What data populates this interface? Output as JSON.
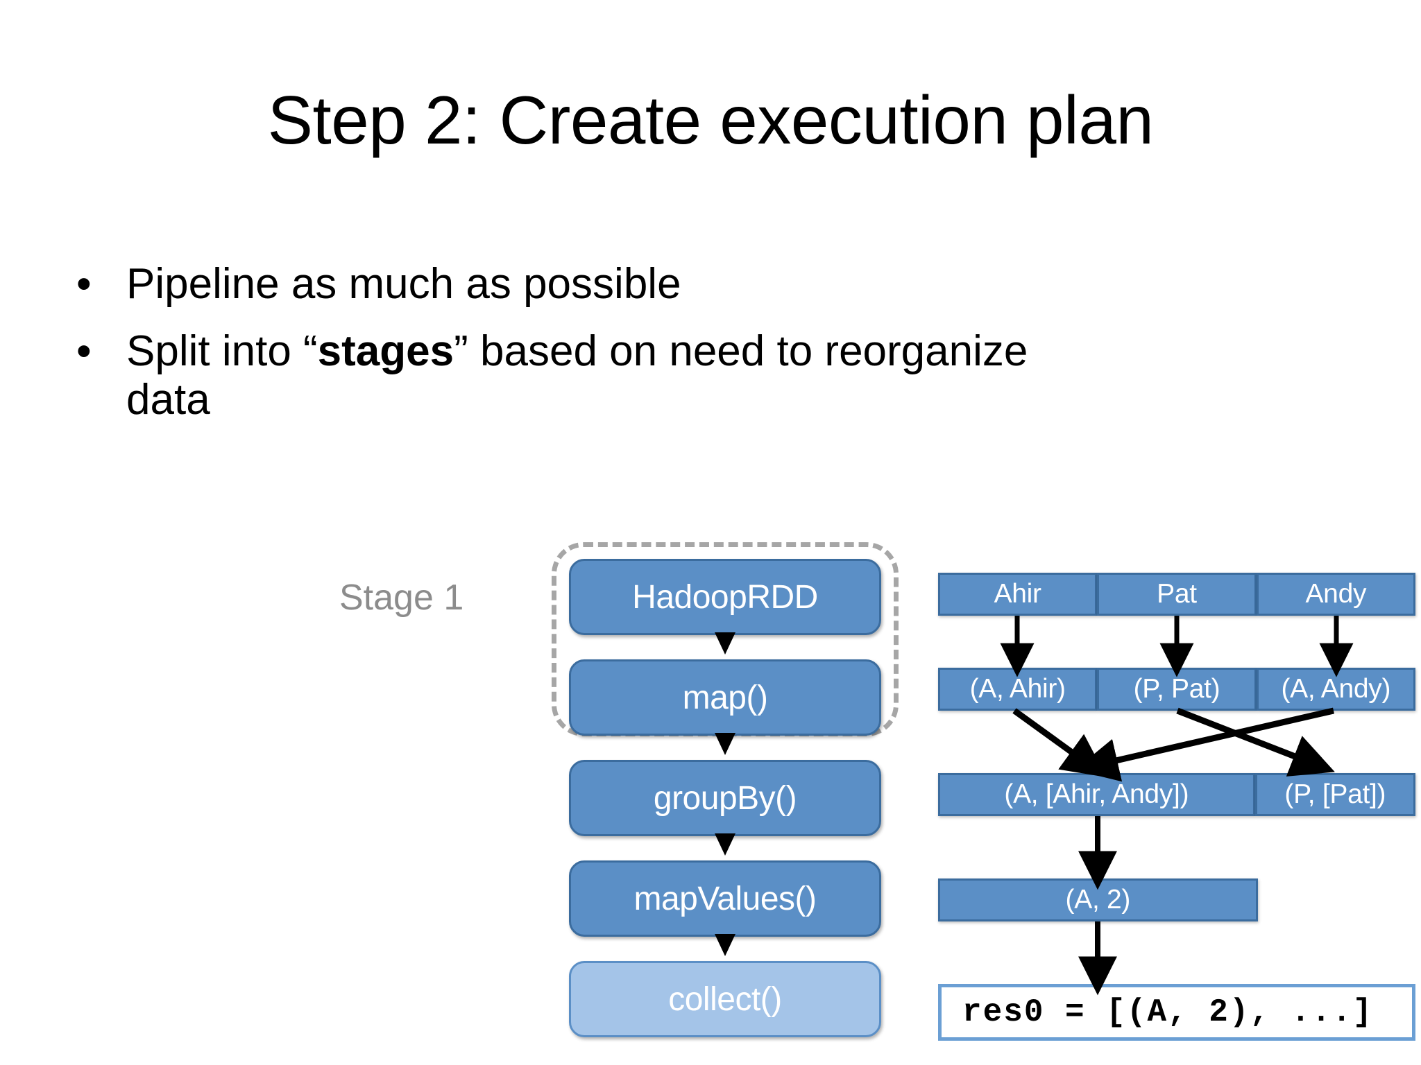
{
  "slide": {
    "title": "Step 2: Create execution plan",
    "bullet_marker": "•",
    "bullets": [
      {
        "id": "pipeline",
        "html": "Pipeline as much as possible"
      },
      {
        "id": "stages",
        "html": "Split into “<b>stages</b>” based on need to reorganize data"
      }
    ]
  },
  "diagram": {
    "stage_label": "Stage 1",
    "flow_nodes": [
      {
        "id": "hadooprdd",
        "label": "HadoopRDD",
        "style": "dark",
        "in_stage": true
      },
      {
        "id": "map",
        "label": "map()",
        "style": "dark",
        "in_stage": true
      },
      {
        "id": "groupby",
        "label": "groupBy()",
        "style": "dark",
        "in_stage": false
      },
      {
        "id": "mapvalues",
        "label": "mapValues()",
        "style": "dark",
        "in_stage": false
      },
      {
        "id": "collect",
        "label": "collect()",
        "style": "light",
        "in_stage": false
      }
    ],
    "data_rows": [
      {
        "id": "row-names",
        "cells": [
          {
            "label": "Ahir",
            "flex": 1
          },
          {
            "label": "Pat",
            "flex": 1
          },
          {
            "label": "Andy",
            "flex": 1
          }
        ]
      },
      {
        "id": "row-pairs",
        "cells": [
          {
            "label": "(A, Ahir)",
            "flex": 1
          },
          {
            "label": "(P, Pat)",
            "flex": 1
          },
          {
            "label": "(A, Andy)",
            "flex": 1
          }
        ]
      },
      {
        "id": "row-grouped",
        "cells": [
          {
            "label": "(A, [Ahir, Andy])",
            "flex": 2
          },
          {
            "label": "(P, [Pat])",
            "flex": 1
          }
        ]
      },
      {
        "id": "row-counted",
        "cells": [
          {
            "label": "(A, 2)",
            "flex": 2
          },
          {
            "label": "",
            "flex": 1,
            "blank": true
          }
        ]
      }
    ],
    "result_text": "res0 = [(A, 2), ...]"
  },
  "colors": {
    "node_fill": "#5b8fc6",
    "node_fill_light": "#a4c4e8",
    "node_border": "#3b6c9e",
    "stage_dash": "#a6a6a6",
    "stage_label": "#8c8c8c",
    "result_border": "#6b9fd4",
    "background": "#ffffff",
    "text": "#000000",
    "node_text": "#ffffff"
  }
}
